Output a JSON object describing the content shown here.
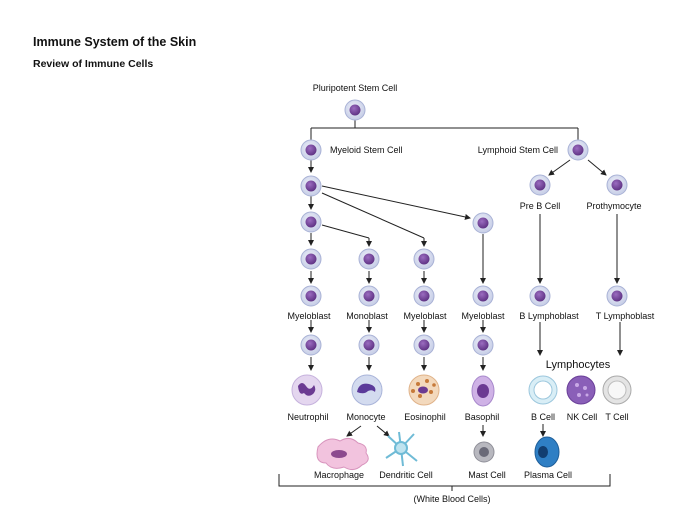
{
  "header": {
    "title": "Immune System of the Skin",
    "subtitle": "Review of Immune Cells"
  },
  "labels": {
    "pluripotent": "Pluripotent Stem Cell",
    "myeloid": "Myeloid Stem Cell",
    "lymphoid": "Lymphoid Stem Cell",
    "pre_b": "Pre B Cell",
    "prothymocyte": "Prothymocyte",
    "myeloblast_1": "Myeloblast",
    "monoblast": "Monoblast",
    "myeloblast_2": "Myeloblast",
    "myeloblast_3": "Myeloblast",
    "b_lymphoblast": "B Lymphoblast",
    "t_lymphoblast": "T Lymphoblast",
    "lymphocytes": "Lymphocytes",
    "neutrophil": "Neutrophil",
    "monocyte": "Monocyte",
    "eosinophil": "Eosinophil",
    "basophil": "Basophil",
    "b_cell": "B Cell",
    "nk_cell": "NK Cell",
    "t_cell": "T Cell",
    "macrophage": "Macrophage",
    "dendritic": "Dendritic Cell",
    "mast": "Mast Cell",
    "plasma": "Plasma Cell",
    "wbc": "(White Blood Cells)"
  },
  "colors": {
    "cell_fill": "#dde2f1",
    "cell_edge": "#a9b2d6",
    "nucleus": "#7a4a9e",
    "nucleus_dark": "#5b2f80",
    "line": "#222222"
  }
}
